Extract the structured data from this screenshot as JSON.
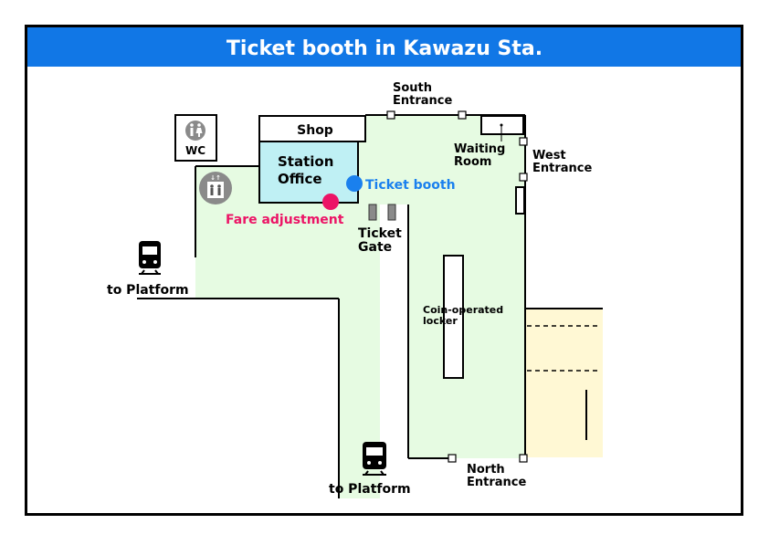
{
  "title": "Ticket booth in Kawazu Sta.",
  "labels": {
    "shop": "Shop",
    "station_office_1": "Station",
    "station_office_2": "Office",
    "ticket_booth": "Ticket booth",
    "fare_adjustment": "Fare adjustment",
    "ticket_gate_1": "Ticket",
    "ticket_gate_2": "Gate",
    "wc": "WC",
    "south_entrance_1": "South",
    "south_entrance_2": "Entrance",
    "west_entrance_1": "West",
    "west_entrance_2": "Entrance",
    "north_entrance_1": "North",
    "north_entrance_2": "Entrance",
    "waiting_room_1": "Waiting",
    "waiting_room_2": "Room",
    "locker_1": "Coin-operated",
    "locker_2": "locker",
    "platform_left": "to Platform",
    "platform_bottom": "to Platform"
  },
  "colors": {
    "title_bar": "#1177e6",
    "floor": "#e6fbe2",
    "office": "#bff0f4",
    "outside": "#fff8d4",
    "ticket_booth": "#1a80ee",
    "fare_adjustment": "#ec1466",
    "icon_grey": "#8a8a8a"
  },
  "icons": [
    "wc-icon",
    "elevator-icon",
    "train-icon"
  ]
}
